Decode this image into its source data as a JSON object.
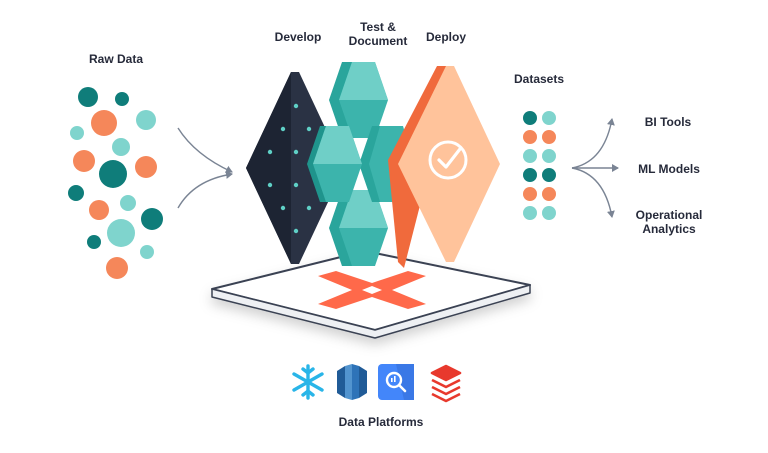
{
  "labels": {
    "raw_data": "Raw Data",
    "develop": "Develop",
    "test_document": "Test &\nDocument",
    "deploy": "Deploy",
    "datasets": "Datasets",
    "bi_tools": "BI Tools",
    "ml_models": "ML Models",
    "operational_analytics": "Operational\nAnalytics",
    "data_platforms": "Data Platforms"
  },
  "colors": {
    "teal_dark": "#0f7d7a",
    "teal_mid": "#3cb4ac",
    "teal_light": "#7fd4cd",
    "orange": "#f5875a",
    "orange_light": "#ffc39b",
    "navy": "#2a3244",
    "dbt_orange": "#ff694a",
    "arrow_gray": "#7a8494"
  },
  "icons": {
    "deploy_badge": "check-circle-icon",
    "platform_1": "snowflake-icon",
    "platform_2": "redshift-icon",
    "platform_3": "bigquery-icon",
    "platform_4": "databricks-icon"
  }
}
